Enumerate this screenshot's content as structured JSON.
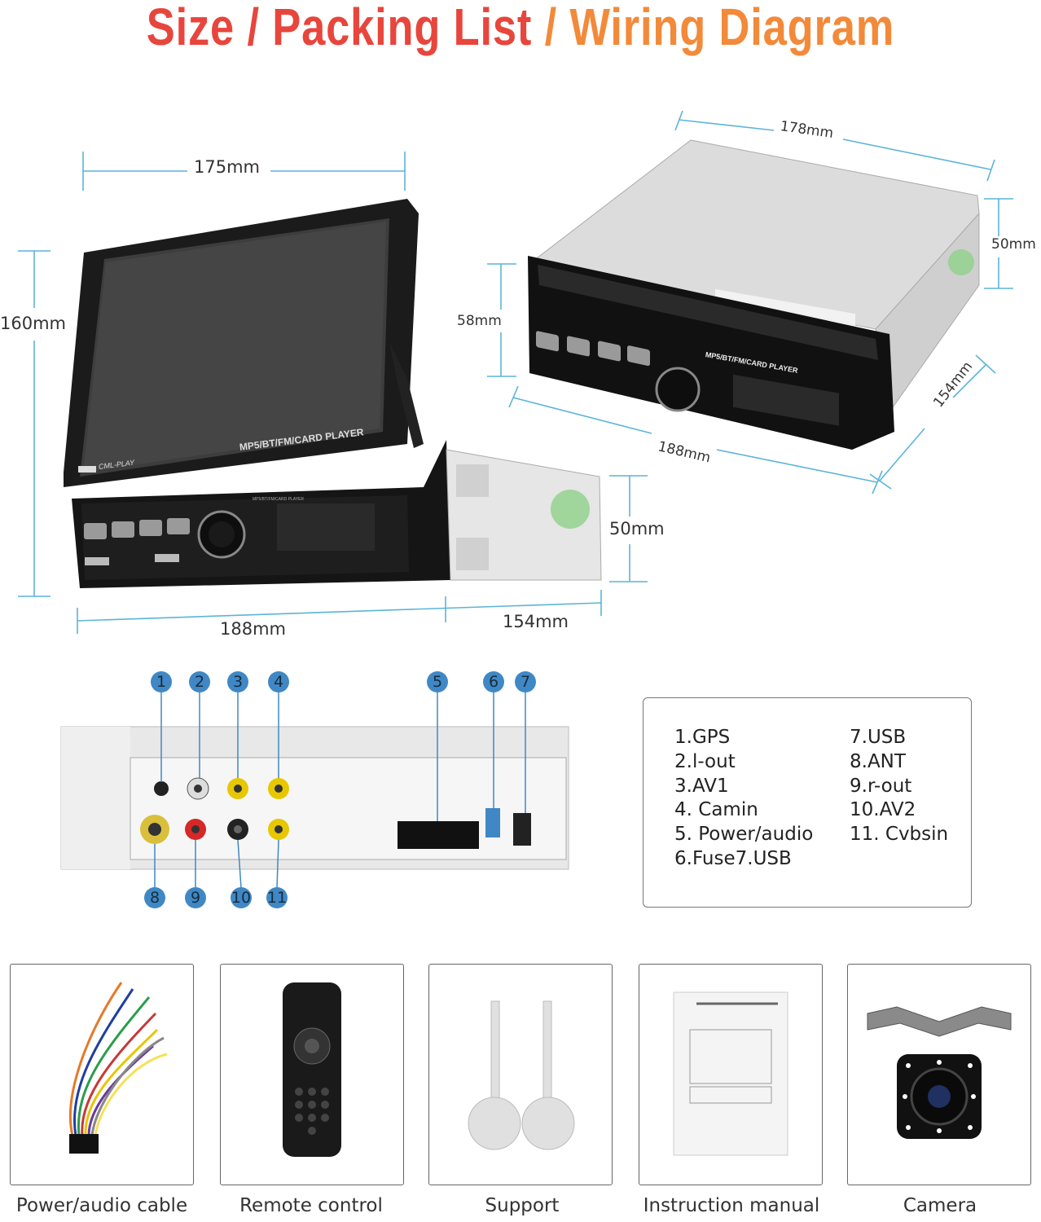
{
  "header": {
    "part1": "Size",
    "sep1": " / ",
    "part2": "Packing List",
    "sep2": " / ",
    "part3": "Wiring Diagram"
  },
  "colors": {
    "title_red": "#e8453c",
    "title_orange": "#f28a3a",
    "callout_blue": "#3f88c5",
    "dim_line": "#5bb4d8"
  },
  "size": {
    "front_view": {
      "width": "175mm",
      "height": "160mm",
      "bottom_width": "188mm",
      "depth": "154mm",
      "chassis_height": "50mm",
      "screen_brand": "CML-PLAY",
      "screen_caption": "MP5/BT/FM/CARD PLAYER",
      "panel_caption": "MP5/BT/FM/CARD PLAYER"
    },
    "closed_view": {
      "top_width": "178mm",
      "chassis_height": "50mm",
      "face_height": "58mm",
      "bottom_width": "188mm",
      "depth": "154mm",
      "panel_caption": "MP5/BT/FM/CARD PLAYER"
    }
  },
  "wiring": {
    "callouts_top": [
      "1",
      "2",
      "3",
      "4",
      "5",
      "6",
      "7"
    ],
    "callouts_bottom": [
      "8",
      "9",
      "10",
      "11"
    ],
    "legend_left": [
      "1.GPS",
      "2.l-out",
      "3.AV1",
      "4. Camin",
      "5. Power/audio",
      "6.Fuse7.USB"
    ],
    "legend_right": [
      "7.USB",
      "8.ANT",
      "9.r-out",
      "10.AV2",
      "11. Cvbsin"
    ]
  },
  "packing_list": [
    {
      "label": "Power/audio cable",
      "icon": "wire-harness-icon"
    },
    {
      "label": "Remote control",
      "icon": "remote-control-icon"
    },
    {
      "label": "Support",
      "icon": "support-bracket-icon"
    },
    {
      "label": "Instruction manual",
      "icon": "manual-icon"
    },
    {
      "label": "Camera",
      "icon": "backup-camera-icon"
    }
  ]
}
